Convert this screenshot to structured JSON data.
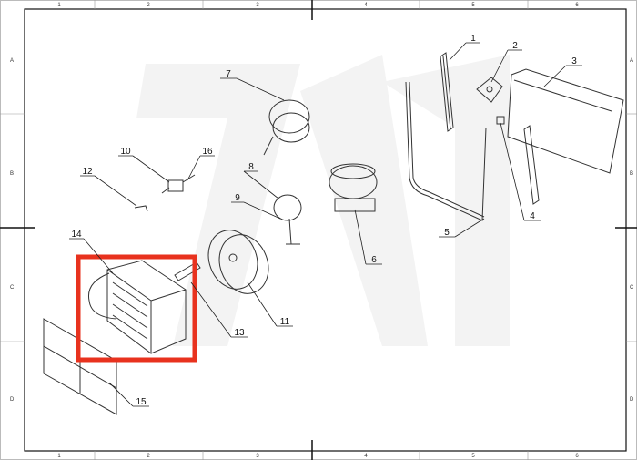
{
  "drawing": {
    "columns": [
      "1",
      "2",
      "3",
      "4",
      "5",
      "6"
    ],
    "rows": [
      "A",
      "B",
      "C",
      "D"
    ],
    "callouts": [
      "1",
      "2",
      "3",
      "4",
      "5",
      "6",
      "7",
      "8",
      "9",
      "10",
      "11",
      "12",
      "13",
      "14",
      "15",
      "16"
    ],
    "highlight_color": "#e8321e",
    "highlighted_part": "14"
  }
}
